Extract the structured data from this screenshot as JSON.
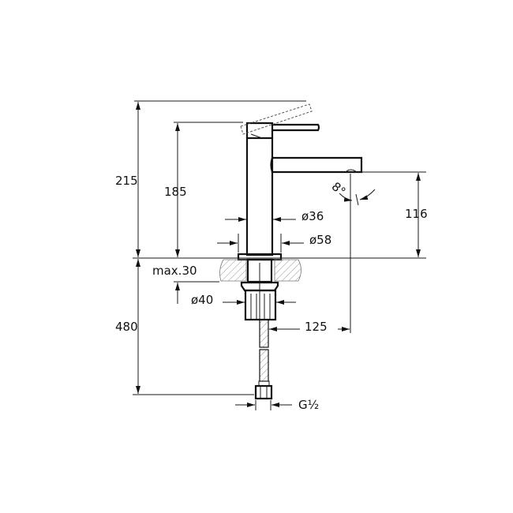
{
  "dimensions": {
    "total_height": "215",
    "body_height": "185",
    "spout_height": "116",
    "hose_length": "480",
    "max_counter_thickness": "max.30",
    "body_diameter": "ø36",
    "base_diameter": "ø58",
    "shank_diameter": "ø40",
    "spout_reach": "125",
    "spout_angle": "8°",
    "connection": "G½"
  },
  "colors": {
    "line": "#111111",
    "background": "#ffffff"
  }
}
